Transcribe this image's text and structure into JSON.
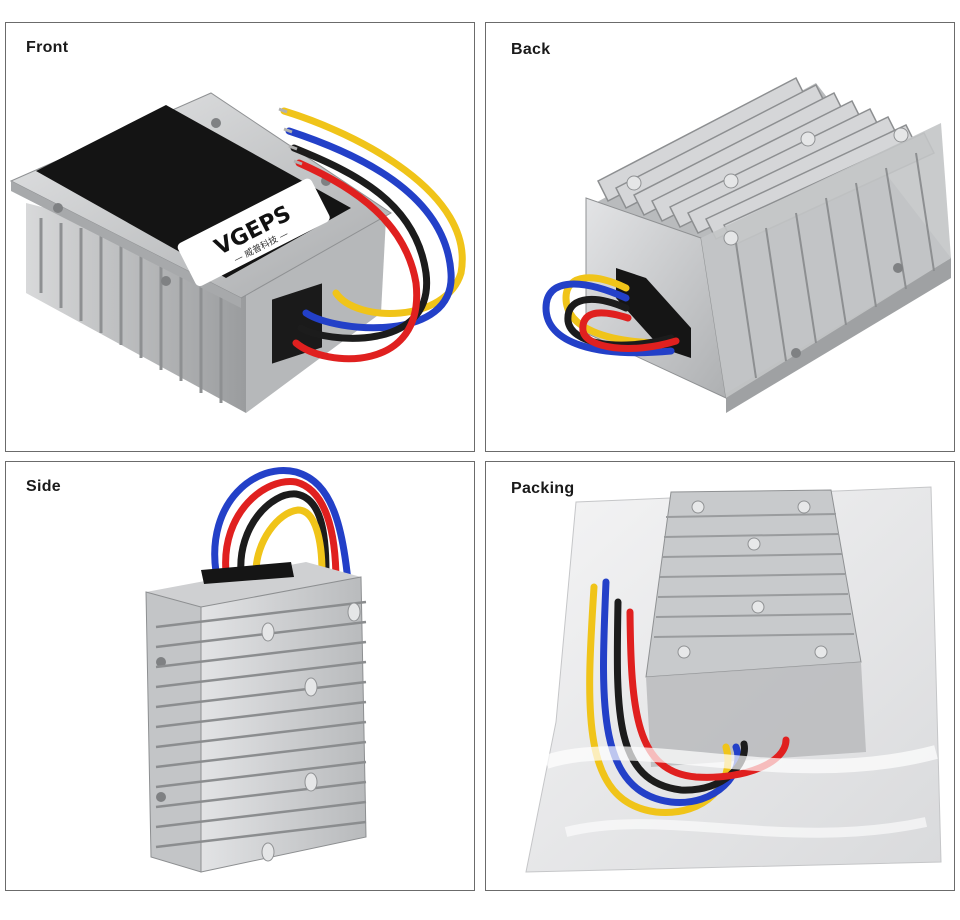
{
  "panels": [
    {
      "id": "front",
      "label": "Front"
    },
    {
      "id": "back",
      "label": "Back"
    },
    {
      "id": "side",
      "label": "Side"
    },
    {
      "id": "packing",
      "label": "Packing"
    }
  ],
  "product": {
    "brand": "VGEPS",
    "subtitle": "— 威普科技 —"
  },
  "colors": {
    "panel_border": "#6b6b6b",
    "wire_yellow": "#f0c419",
    "wire_blue": "#2340c8",
    "wire_black": "#1c1c1c",
    "wire_red": "#e0201f",
    "housing_silver": "#c9cbcd",
    "label_black": "#111111"
  }
}
